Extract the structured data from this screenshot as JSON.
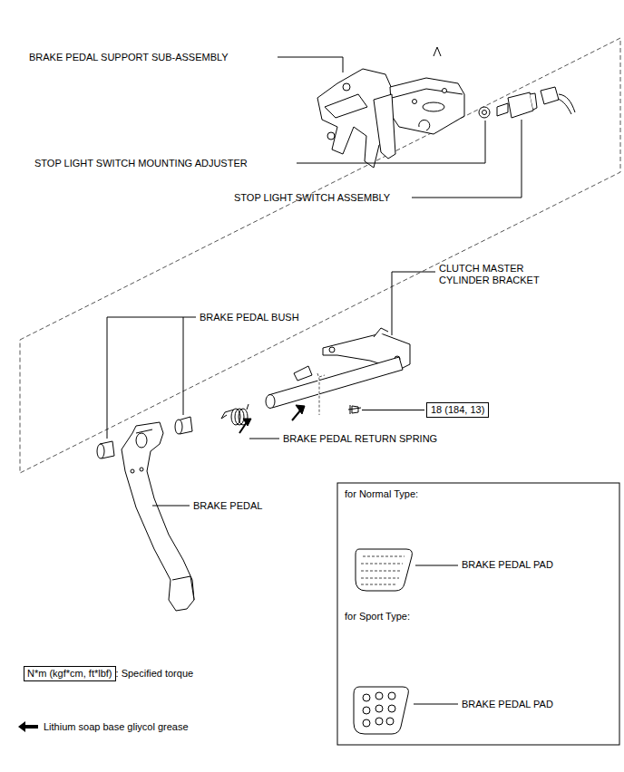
{
  "diagram": {
    "nodes": [
      {
        "text": [
          "18 (184, 13)"
        ]
      },
      {
        "text": [
          "for Normal Type:",
          "BRAKE PEDAL PAD"
        ]
      },
      {
        "text": [
          "for Sport Type:",
          "BRAKE PEDAL PAD"
        ]
      },
      {
        "text": [
          "N*m (kgf*cm, ft*lbf)",
          ": Specified torque"
        ]
      }
    ],
    "labels": [
      "BRAKE PEDAL SUPPORT SUB-ASSEMBLY",
      "STOP LIGHT SWITCH MOUNTING ADJUSTER",
      "STOP LIGHT SWITCH ASSEMBLY",
      "CLUTCH MASTER CYLINDER BRACKET",
      "BRAKE PEDAL BUSH",
      "BRAKE PEDAL RETURN SPRING",
      "BRAKE PEDAL"
    ],
    "legend": [
      {
        "text": "Lithium soap base gliycol grease"
      }
    ]
  }
}
